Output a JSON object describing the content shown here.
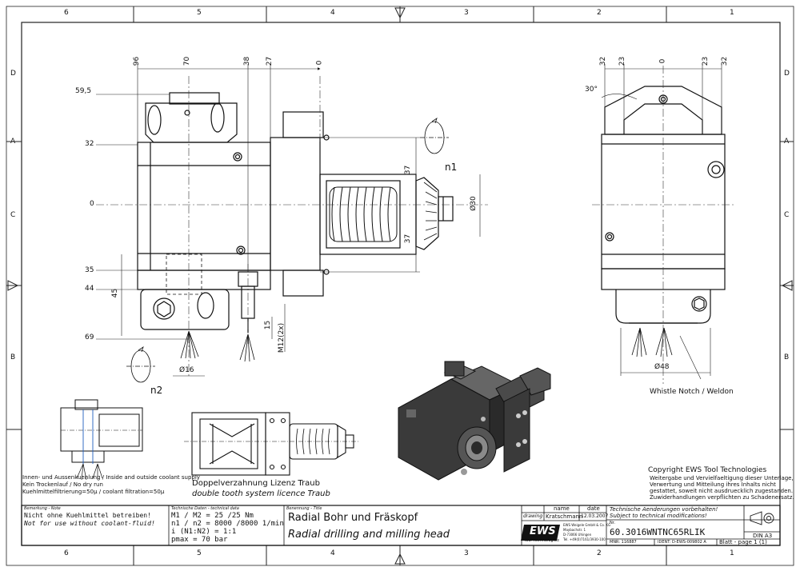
{
  "grid": {
    "columns": [
      "6",
      "5",
      "4",
      "3",
      "2",
      "1"
    ],
    "rows": [
      "D",
      "C",
      "B",
      "A"
    ]
  },
  "dims": {
    "front_top": [
      "96",
      "70",
      "38",
      "27",
      "0"
    ],
    "front_left": [
      "59,5",
      "32",
      "0",
      "35",
      "44",
      "69"
    ],
    "front_45": "45",
    "front_15": "15",
    "front_m12": "M12(2x)",
    "front_37a": "37",
    "front_37b": "37",
    "front_d30": "Ø30",
    "front_d16": "Ø16",
    "side_top": [
      "32",
      "23",
      "0",
      "23",
      "32"
    ],
    "side_30": "30°",
    "side_d48": "Ø48"
  },
  "labels": {
    "n1": "n1",
    "n2": "n2",
    "whistle": "Whistle Notch / Weldon",
    "coolant_lines": [
      "Innen- und Aussenkuehlung / Inside and outside coolant supply",
      "Kein Trockenlauf / No dry run",
      "Kuehlmittelfiltrierung=50µ / coolant filtration=50µ"
    ],
    "doppel_de": "Doppelverzahnung Lizenz Traub",
    "doppel_en": "double tooth system licence Traub",
    "copyright_title": "Copyright EWS Tool Technologies",
    "copyright_lines": [
      "Weitergabe und Vervielfaeltigung dieser Unterlage,",
      "Verwertung und Mitteilung ihres Inhalts nicht",
      "gestattet, soweit nicht ausdruecklich zugestanden.",
      "Zuwiderhandlungen verpflichten zu Schadenersatz."
    ]
  },
  "titleblock": {
    "note_head": "Bemerkung - Note",
    "note_de": "Nicht ohne Kuehlmittel betreiben!",
    "note_en": "Not for use without coolant-fluid!",
    "tech_head": "Technische Daten - technical data",
    "tech_rows": [
      "M1 / M2 = 25 /25 Nm",
      "n1 / n2 = 8000 /8000 1/min",
      "i (N1:N2) = 1:1",
      "pmax = 70 bar"
    ],
    "title_head": "Benennung - Title",
    "title_de": "Radial Bohr und Fräskopf",
    "title_en": "Radial drilling and milling head",
    "col_name": "name",
    "col_date": "date",
    "row_drawing": "drawing",
    "drawer_name": "Kratschmann",
    "drawer_date": "12.03.2007",
    "logo": "EWS",
    "logo_sub": "Tool Technologies",
    "company_lines": [
      "EWS Weigele GmbH & Co. KG",
      "Maybachstr. 1",
      "D-73066 Uhingen",
      "Tel. +49(0)7161/3930-100"
    ],
    "change_de": "Technische Aenderungen vorbehalten!",
    "change_en": "Subject to technical modifications!",
    "nr_label": "Nr.",
    "part_number": "60.3016WNTNC65RLIK",
    "mnr": "MNR: 116887",
    "ident": "IDENT: D-EWS-009802 A",
    "blatt": "Blatt - page 1 (1)",
    "din": "DIN A3"
  }
}
